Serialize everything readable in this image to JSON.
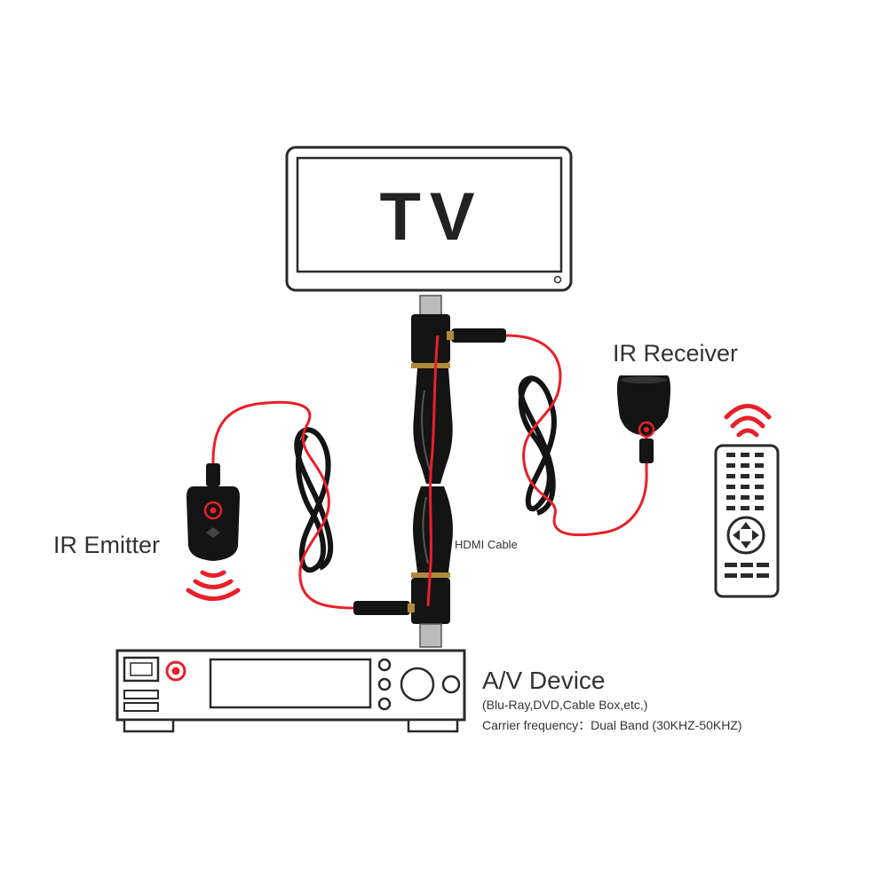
{
  "tv": {
    "label": "TV"
  },
  "labels": {
    "ir_receiver": "IR Receiver",
    "ir_emitter": "IR Emitter",
    "hdmi_cable": "HDMI Cable",
    "av_device": "A/V Device",
    "av_examples": "(Blu-Ray,DVD,Cable Box,etc,)",
    "carrier_frequency": "Carrier frequency：Dual Band (30KHZ-50KHZ)"
  },
  "colors": {
    "ir_wire": "#e8202a",
    "cable": "#141414",
    "outline": "#2a2a2a",
    "text": "#333333"
  }
}
